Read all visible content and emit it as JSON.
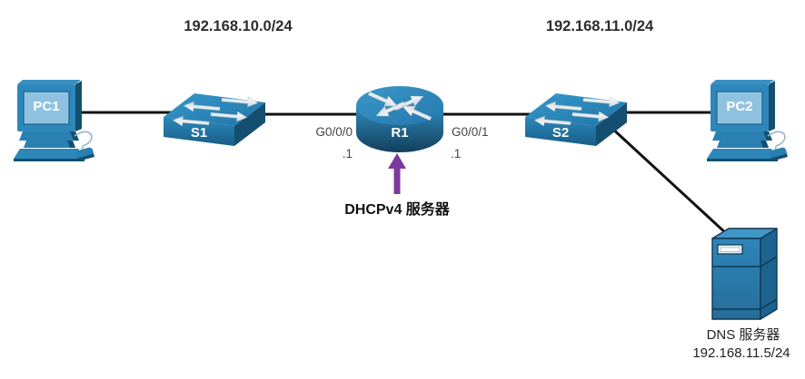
{
  "networks": {
    "lan1": "192.168.10.0/24",
    "lan2": "192.168.11.0/24"
  },
  "devices": {
    "pc1": "PC1",
    "switch1": "S1",
    "router1": "R1",
    "switch2": "S2",
    "pc2": "PC2"
  },
  "interfaces": {
    "left_name": "G0/0/0",
    "left_host": ".1",
    "right_name": "G0/0/1",
    "right_host": ".1"
  },
  "annotations": {
    "dhcp_server": "DHCPv4 服务器",
    "dns_server_name": "DNS 服务器",
    "dns_server_ip": "192.168.11.5/24"
  },
  "icons": {
    "pc": "desktop-computer-icon",
    "switch": "workgroup-switch-icon",
    "router": "router-icon",
    "server": "server-tower-icon",
    "pointer": "up-arrow-icon"
  },
  "colors": {
    "device-blue": "#2e87ba",
    "device-blue-dark": "#154f6f",
    "screen-blue": "#8fc2e0",
    "server-blue": "#2d82b4",
    "arrow-purple": "#7d3a9c",
    "link-black": "#111111",
    "label-dark": "#2d2d2d"
  }
}
